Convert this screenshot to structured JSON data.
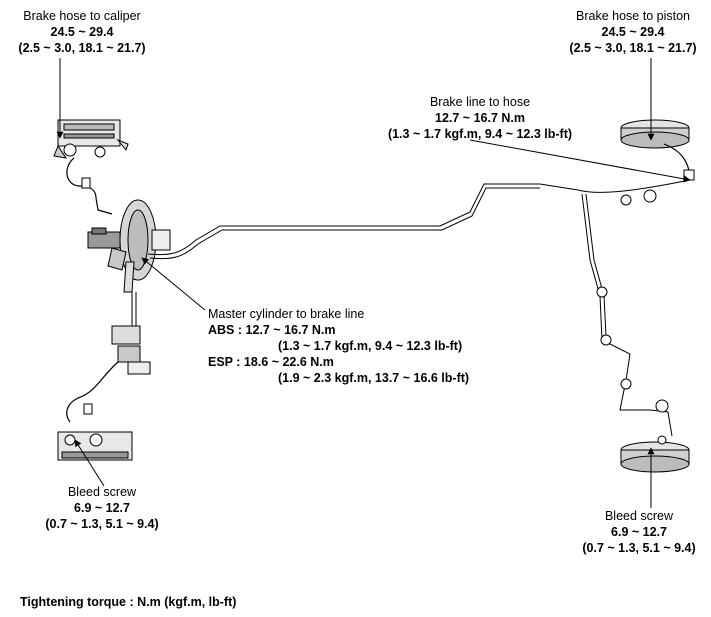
{
  "labels": {
    "fl_hose_caliper": {
      "title": "Brake hose to caliper",
      "value": "24.5 ~ 29.4",
      "units": "(2.5 ~ 3.0, 18.1 ~ 21.7)"
    },
    "rr_hose_piston": {
      "title": "Brake hose to piston",
      "value": "24.5 ~ 29.4",
      "units": "(2.5 ~ 3.0, 18.1 ~ 21.7)"
    },
    "line_to_hose": {
      "title": "Brake line to hose",
      "value": "12.7 ~ 16.7 N.m",
      "units": "(1.3 ~ 1.7 kgf.m, 9.4 ~ 12.3 lb-ft)"
    },
    "master_cylinder": {
      "title": "Master cylinder to brake line",
      "abs_key": "ABS :",
      "abs_value": "12.7 ~ 16.7 N.m",
      "abs_units": "(1.3 ~ 1.7 kgf.m, 9.4 ~ 12.3 lb-ft)",
      "esp_key": "ESP :",
      "esp_value": "18.6 ~ 22.6 N.m",
      "esp_units": "(1.9 ~ 2.3 kgf.m, 13.7 ~ 16.6 lb-ft)"
    },
    "bleed_left": {
      "title": "Bleed screw",
      "value": "6.9 ~ 12.7",
      "units": "(0.7  ~ 1.3, 5.1 ~ 9.4)"
    },
    "bleed_right": {
      "title": "Bleed screw",
      "value": "6.9 ~ 12.7",
      "units": "(0.7  ~ 1.3, 5.1 ~ 9.4)"
    }
  },
  "footer": "Tightening torque : N.m (kgf.m, lb-ft)"
}
